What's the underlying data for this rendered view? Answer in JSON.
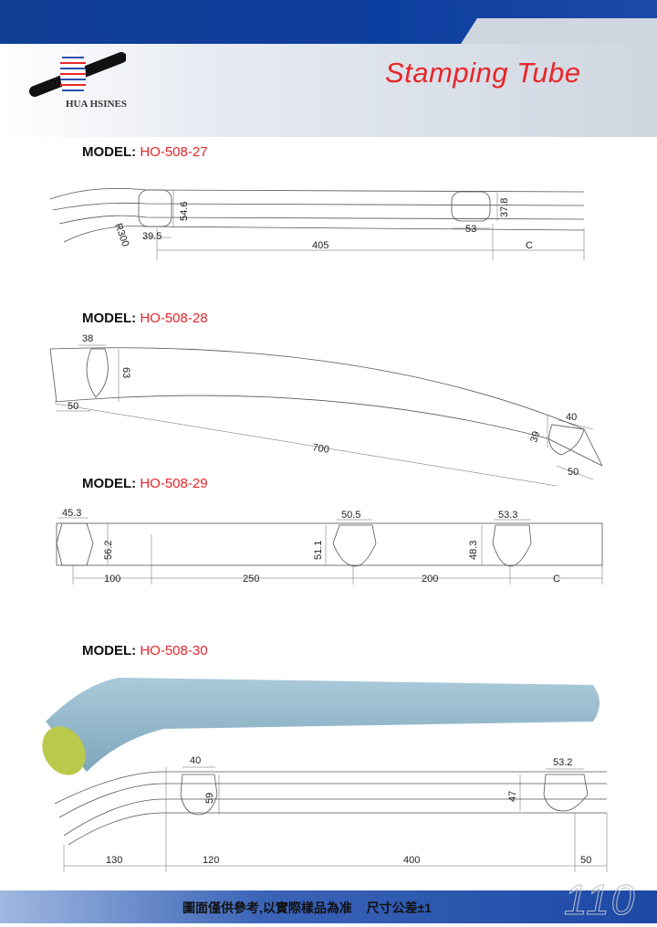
{
  "header": {
    "title": "Stamping Tube",
    "brand": "HUA HSINES"
  },
  "models": [
    {
      "label": "MODEL:",
      "code": "HO-508-27",
      "dims": {
        "height1": "54.6",
        "width1": "39.5",
        "width2": "53",
        "height2": "37.8",
        "radius": "R300",
        "length": "405",
        "c": "C"
      }
    },
    {
      "label": "MODEL:",
      "code": "HO-508-28",
      "dims": {
        "width1": "38",
        "height1": "63",
        "offset1": "50",
        "length": "700",
        "height2": "39",
        "width2": "40",
        "offset2": "50"
      }
    },
    {
      "label": "MODEL:",
      "code": "HO-508-29",
      "dims": {
        "width1": "45.3",
        "height1": "56.2",
        "width2": "50.5",
        "height2": "51.1",
        "width3": "53.3",
        "height3": "48.3",
        "seg1": "100",
        "seg2": "250",
        "seg3": "200",
        "c": "C"
      }
    },
    {
      "label": "MODEL:",
      "code": "HO-508-30",
      "dims": {
        "width1": "40",
        "height1": "59",
        "width2": "53.2",
        "height2": "47",
        "seg1": "130",
        "seg2": "120",
        "seg3": "400",
        "seg4": "50"
      }
    }
  ],
  "colors": {
    "accent": "#e8262b",
    "band": "#1d48a4",
    "tube": "#8fb4c8",
    "tube_end": "#b9c94a"
  },
  "footer": {
    "note": "圖面僅供參考,以實際樣品為准    尺寸公差±1",
    "page": "110"
  }
}
